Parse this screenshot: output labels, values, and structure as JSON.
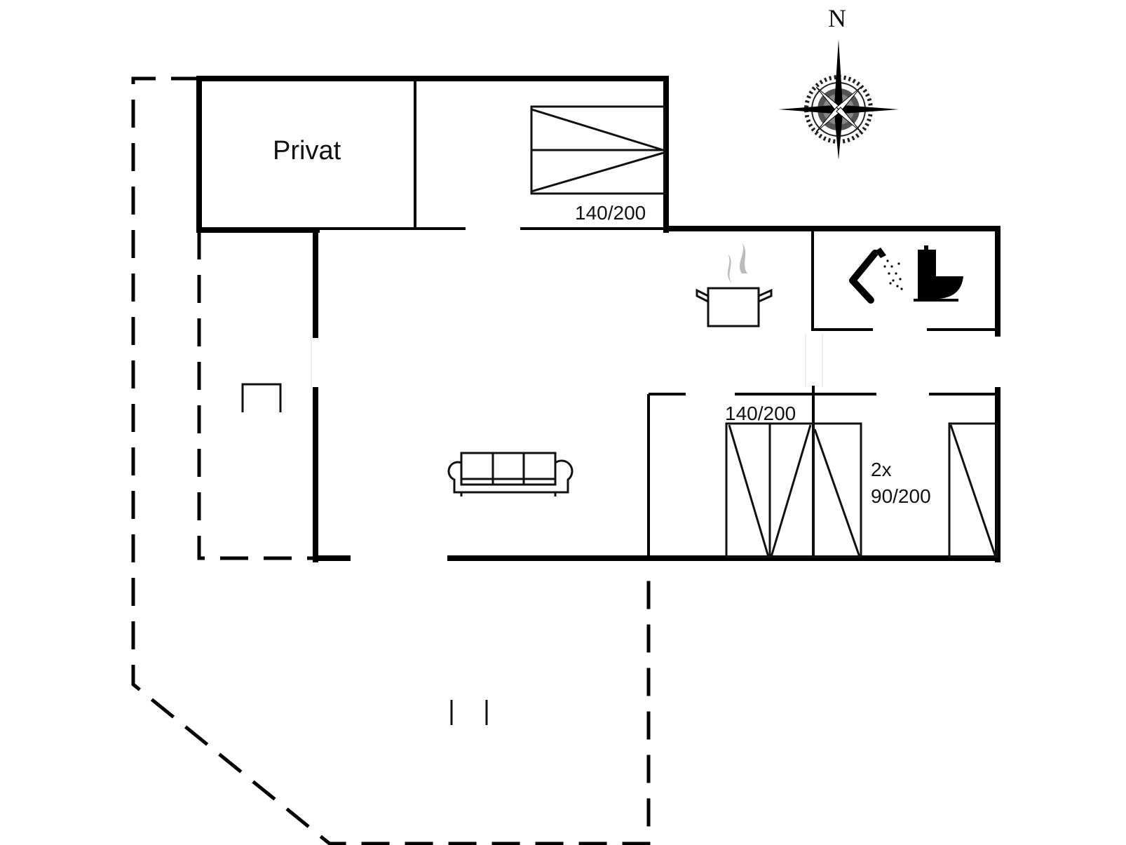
{
  "plan": {
    "type": "floor-plan",
    "background": "#ffffff",
    "line_color": "#000000",
    "compass": {
      "label": "N"
    },
    "rooms": [
      {
        "id": "private",
        "label": "Privat"
      },
      {
        "id": "bedroom-1",
        "bed": "140/200"
      },
      {
        "id": "bedroom-2",
        "bed": "140/200"
      },
      {
        "id": "bedroom-3",
        "bed_count": "2x",
        "bed": "90/200"
      },
      {
        "id": "kitchen",
        "icon": "cooking-pot-icon"
      },
      {
        "id": "bathroom",
        "icons": [
          "shower-icon",
          "toilet-icon"
        ]
      },
      {
        "id": "living-room",
        "icon": "sofa-icon"
      },
      {
        "id": "covered-terrace",
        "icon": "fireplace-icon"
      },
      {
        "id": "outdoor-terrace",
        "icon": "steps-icon"
      }
    ],
    "labels": {
      "private": "Privat",
      "bed_top": "140/200",
      "bed_middle": "140/200",
      "bed_twin_count": "2x",
      "bed_twin_size": "90/200",
      "north": "N"
    }
  }
}
